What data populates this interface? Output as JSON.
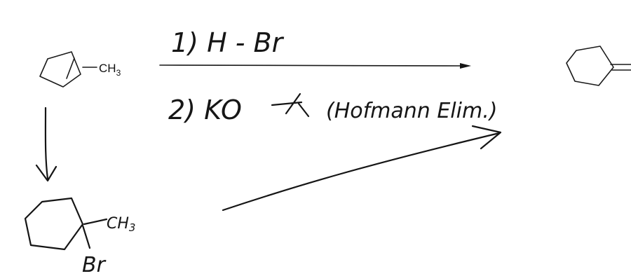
{
  "reactant": {
    "substituent": "CH",
    "substituent_subscript": "3"
  },
  "conditions": {
    "step1": "1) H - Br",
    "step2_prefix": "2) KO",
    "step2_note": "(Hofmann Elim.)"
  },
  "intermediate": {
    "substituent": "CH",
    "substituent_subscript": "3",
    "halogen": "Br"
  }
}
